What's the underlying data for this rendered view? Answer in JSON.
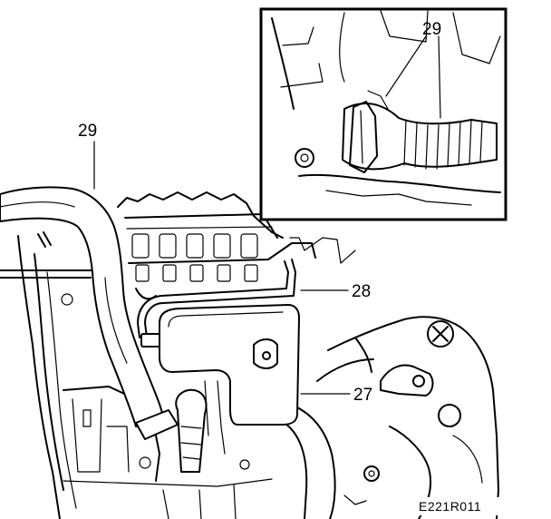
{
  "labels": {
    "main_hose": "29",
    "inset_hose": "29",
    "part_28": "28",
    "part_27": "27"
  },
  "figure_code": "E221R011"
}
